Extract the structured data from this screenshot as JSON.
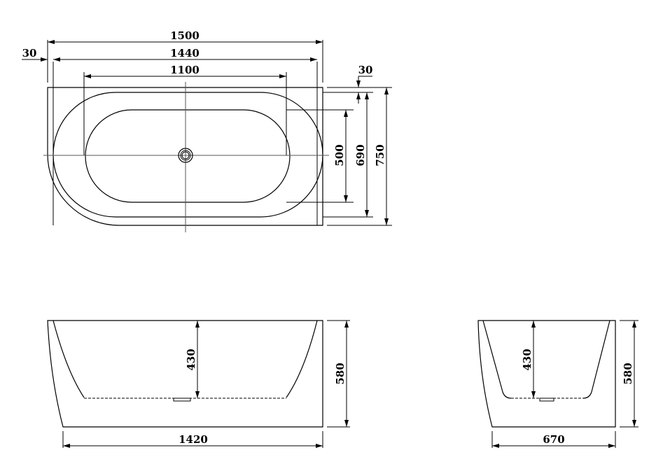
{
  "drawing": {
    "title": "Freestanding bathtub dimension drawing",
    "units": "mm",
    "line_color": "#000000",
    "background": "#ffffff"
  },
  "top_view": {
    "dimensions": {
      "overall_length": "1500",
      "inner_rim_length": "1440",
      "basin_length": "1100",
      "left_offset": "30",
      "top_offset": "30",
      "basin_width": "500",
      "inner_rim_width": "690",
      "overall_width": "750"
    }
  },
  "front_view": {
    "dimensions": {
      "depth": "430",
      "height": "580",
      "base_length": "1420"
    }
  },
  "side_view": {
    "dimensions": {
      "depth": "430",
      "height": "580",
      "base_width": "670"
    }
  }
}
